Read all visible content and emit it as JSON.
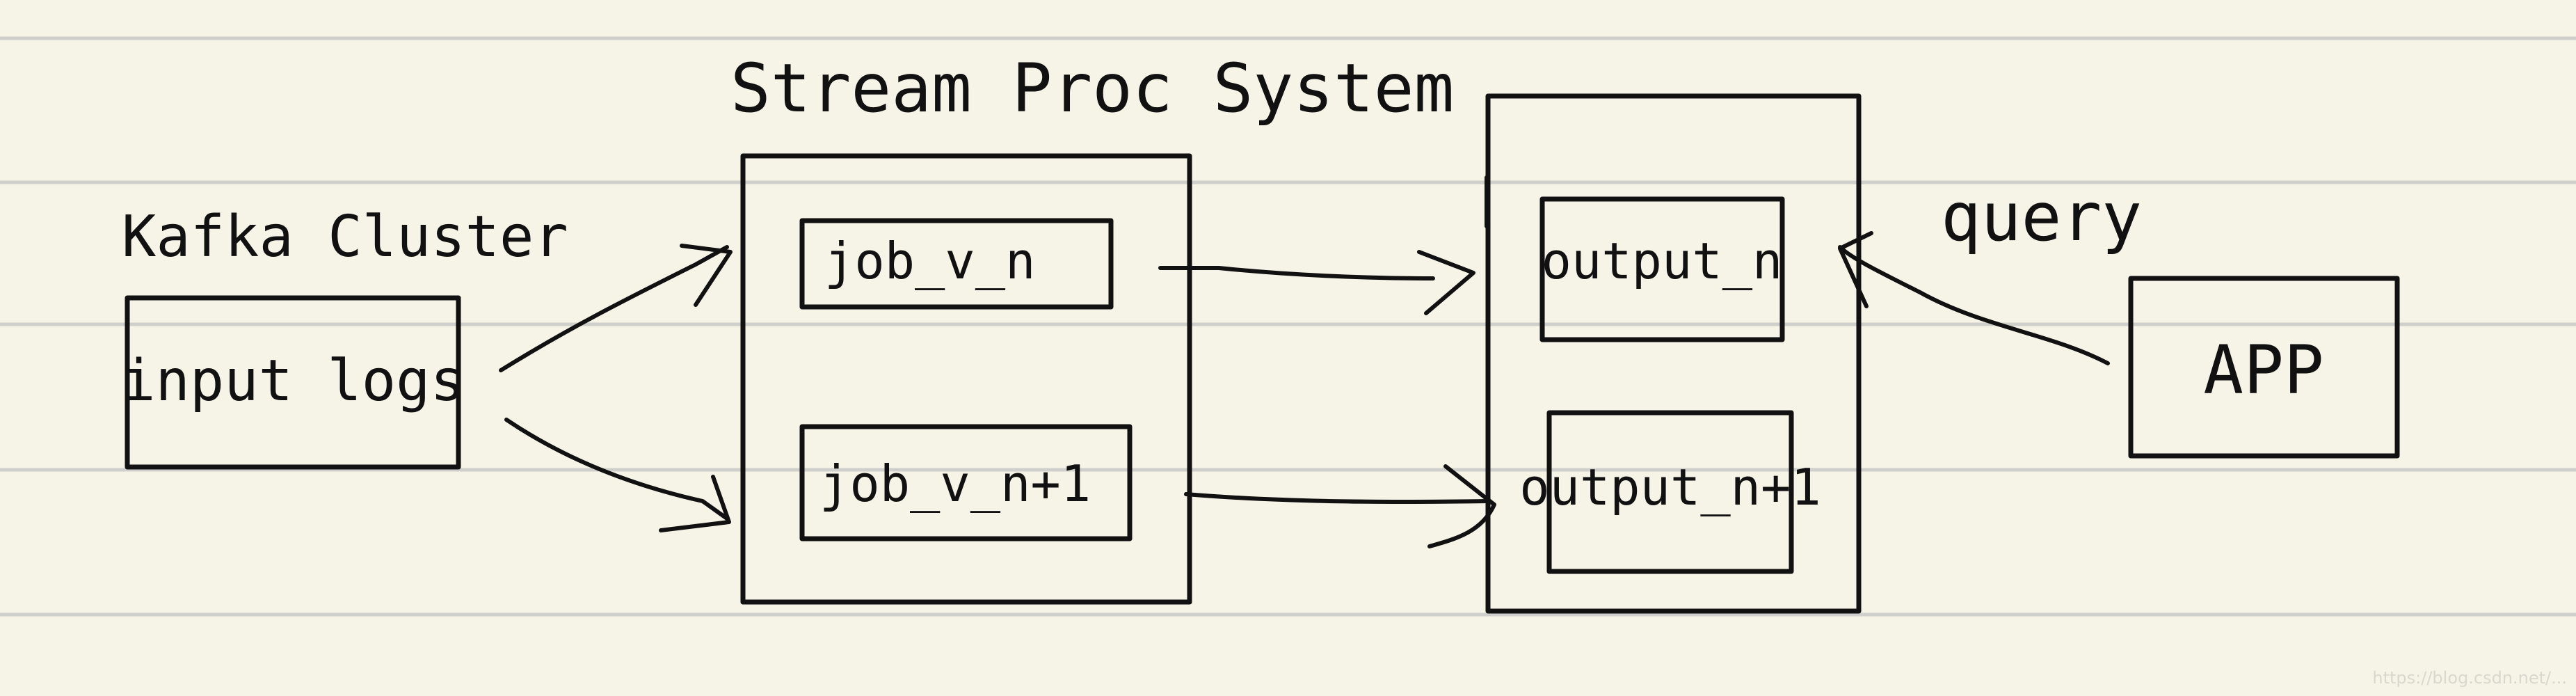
{
  "diagram": {
    "title": "Stream Proc System",
    "kafka": {
      "heading": "Kafka Cluster",
      "box_label": "input logs"
    },
    "jobs": [
      {
        "label": "job_v_n"
      },
      {
        "label": "job_v_n+1"
      }
    ],
    "outputs": [
      {
        "label": "output_n"
      },
      {
        "label": "output_n+1"
      }
    ],
    "query_label": "query",
    "app_label": "APP"
  },
  "watermark": "https://blog.csdn.net/..."
}
